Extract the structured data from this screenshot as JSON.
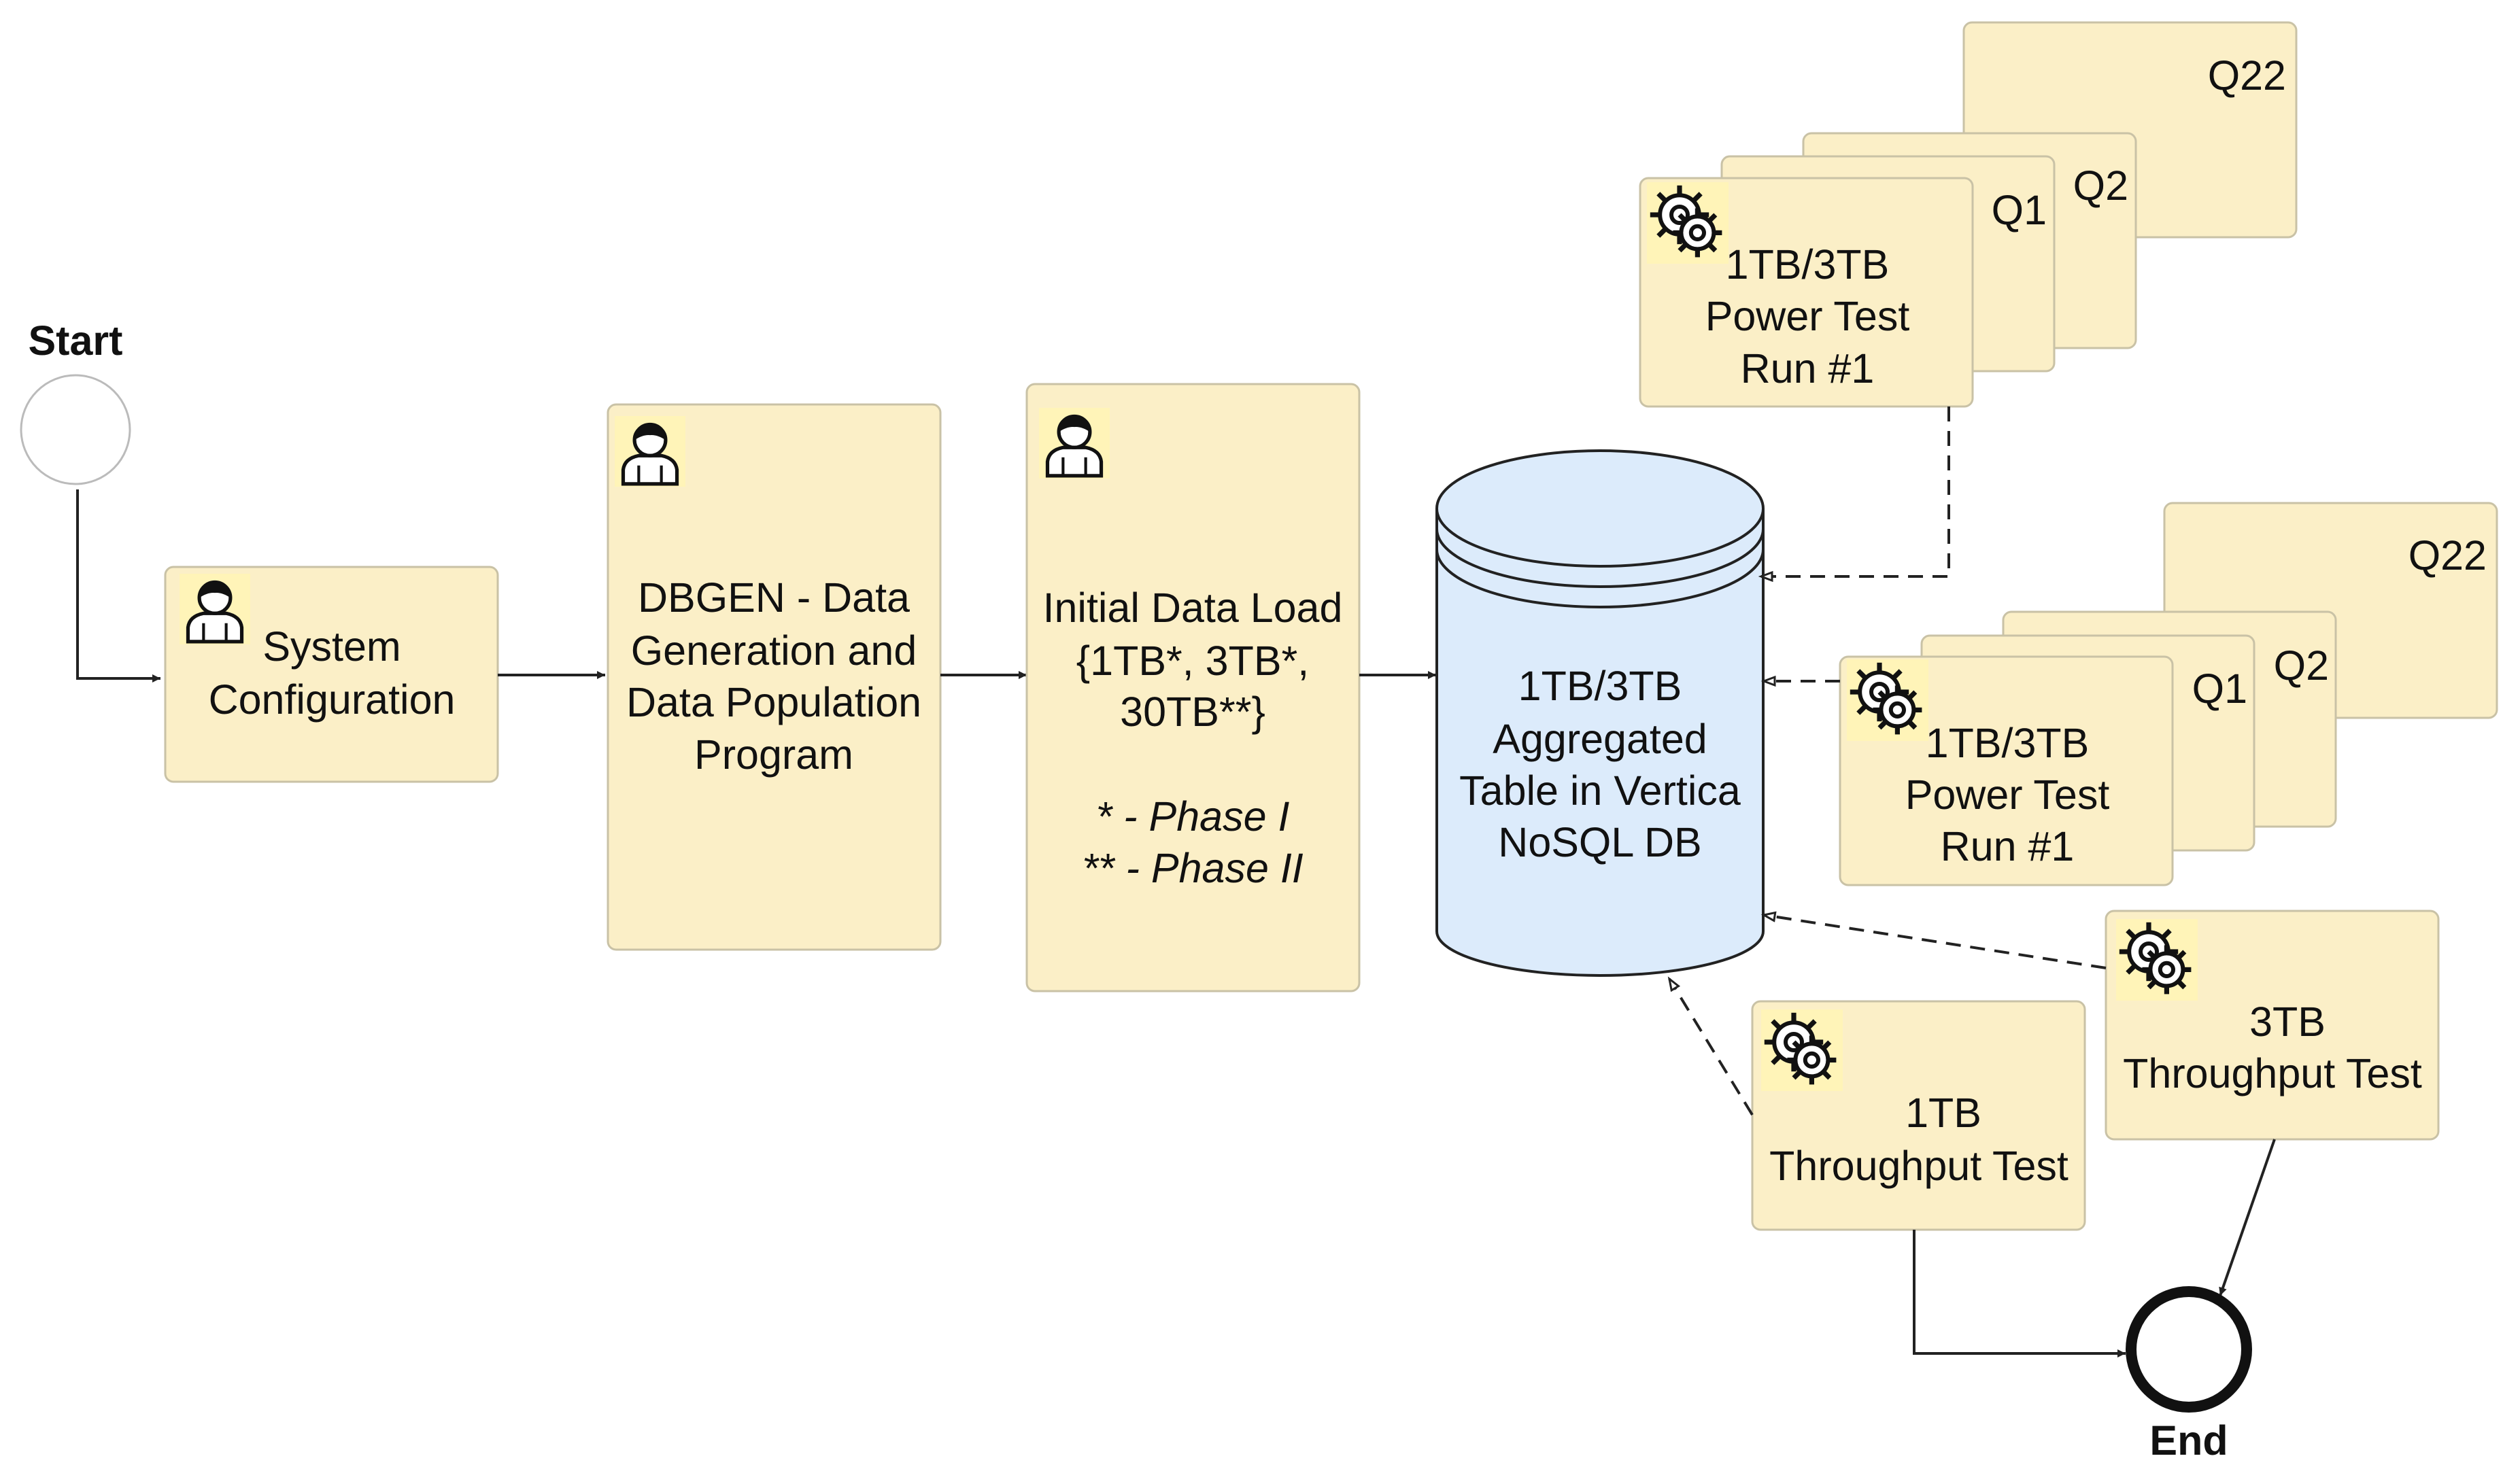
{
  "events": {
    "start": "Start",
    "end": "End"
  },
  "tasks": {
    "system_config": [
      "System",
      "Configuration"
    ],
    "dbgen": [
      "DBGEN - Data",
      "Generation and",
      "Data Population",
      "Program"
    ],
    "initial_load": [
      "Initial Data Load",
      "{1TB*, 3TB*,",
      "30TB**}"
    ],
    "initial_load_notes": [
      "* - Phase I",
      "** - Phase II"
    ],
    "power_test_a": [
      "1TB/3TB",
      "Power Test",
      "Run #1"
    ],
    "power_test_b": [
      "1TB/3TB",
      "Power Test",
      "Run #1"
    ],
    "throughput_1tb": [
      "1TB",
      "Throughput Test"
    ],
    "throughput_3tb": [
      "3TB",
      "Throughput Test"
    ]
  },
  "stack_labels": {
    "a": {
      "q1": "Q1",
      "q2": "Q2",
      "q22": "Q22"
    },
    "b": {
      "q1": "Q1",
      "q2": "Q2",
      "q22": "Q22"
    }
  },
  "datastore": {
    "lines": [
      "1TB/3TB",
      "Aggregated",
      "Table in Vertica",
      "NoSQL DB"
    ]
  },
  "icons": {
    "user_task": "user-icon",
    "service_task": "gear-icon"
  },
  "colors": {
    "task_fill": "#fbefc7",
    "datastore_fill": "#dcebfb",
    "line": "#222222"
  }
}
